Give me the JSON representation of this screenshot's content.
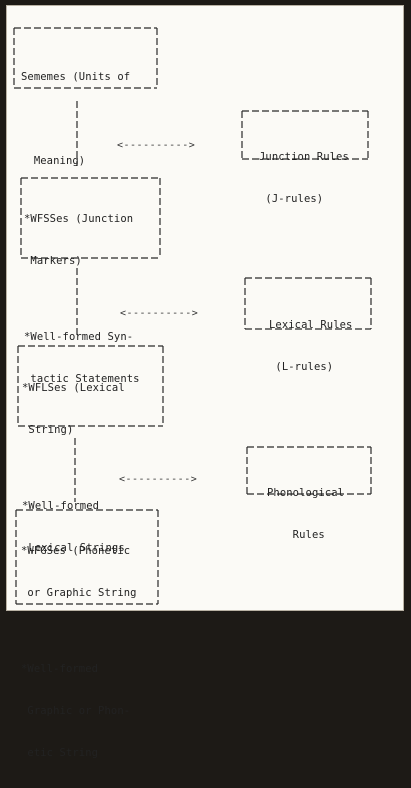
{
  "diagram": {
    "left_boxes": [
      {
        "lines": [
          "Sememes (Units of",
          "",
          "  Meaning)"
        ]
      },
      {
        "lines": [
          "*WFSSes (Junction",
          " Markers)",
          "",
          "*Well-formed Syn-",
          " tactic Statements"
        ]
      },
      {
        "lines": [
          "*WFLSes (Lexical",
          " String)",
          "",
          "*Well-formed",
          " Lexical Strings"
        ]
      },
      {
        "lines": [
          "*WFGSes (Phonetic",
          " or Graphic String",
          "",
          "*Well-formed",
          " Graphic or Phon-",
          " etic String"
        ]
      }
    ],
    "right_boxes": [
      {
        "lines": [
          "Junction Rules",
          " (J-rules)"
        ]
      },
      {
        "lines": [
          "Lexical Rules",
          " (L-rules)"
        ]
      },
      {
        "lines": [
          "Phonological",
          "    Rules"
        ]
      }
    ],
    "arrow_text": "<---------->"
  }
}
